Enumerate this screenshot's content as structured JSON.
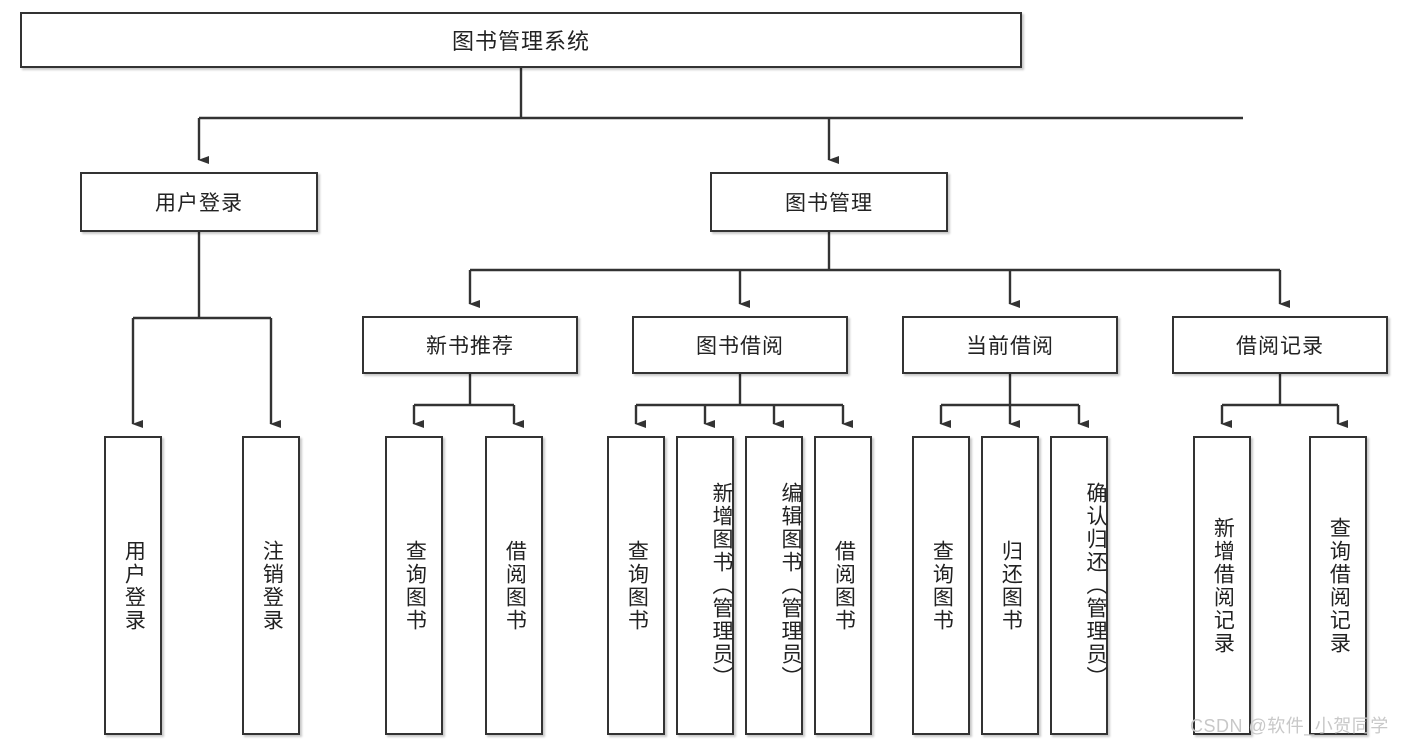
{
  "diagram": {
    "title": "图书管理系统",
    "root": {
      "label": "图书管理系统"
    },
    "level2": [
      {
        "label": "用户登录"
      },
      {
        "label": "图书管理"
      }
    ],
    "level3": [
      {
        "label": "新书推荐"
      },
      {
        "label": "图书借阅"
      },
      {
        "label": "当前借阅"
      },
      {
        "label": "借阅记录"
      }
    ],
    "leaves": {
      "user_login": [
        {
          "label": "用户登录"
        },
        {
          "label": "注销登录"
        }
      ],
      "new_book_recommend": [
        {
          "label": "查询图书"
        },
        {
          "label": "借阅图书"
        }
      ],
      "book_borrow": [
        {
          "label": "查询图书"
        },
        {
          "label": "新增图书（管理员）"
        },
        {
          "label": "编辑图书（管理员）"
        },
        {
          "label": "借阅图书"
        }
      ],
      "current_borrow": [
        {
          "label": "查询图书"
        },
        {
          "label": "归还图书"
        },
        {
          "label": "确认归还（管理员）"
        }
      ],
      "borrow_record": [
        {
          "label": "新增借阅记录"
        },
        {
          "label": "查询借阅记录"
        }
      ]
    }
  },
  "watermark": {
    "text": "CSDN @软件_小贺同学"
  },
  "colors": {
    "border": "#333333",
    "background": "#ffffff",
    "text": "#222222",
    "watermark": "#c8c8c8"
  }
}
